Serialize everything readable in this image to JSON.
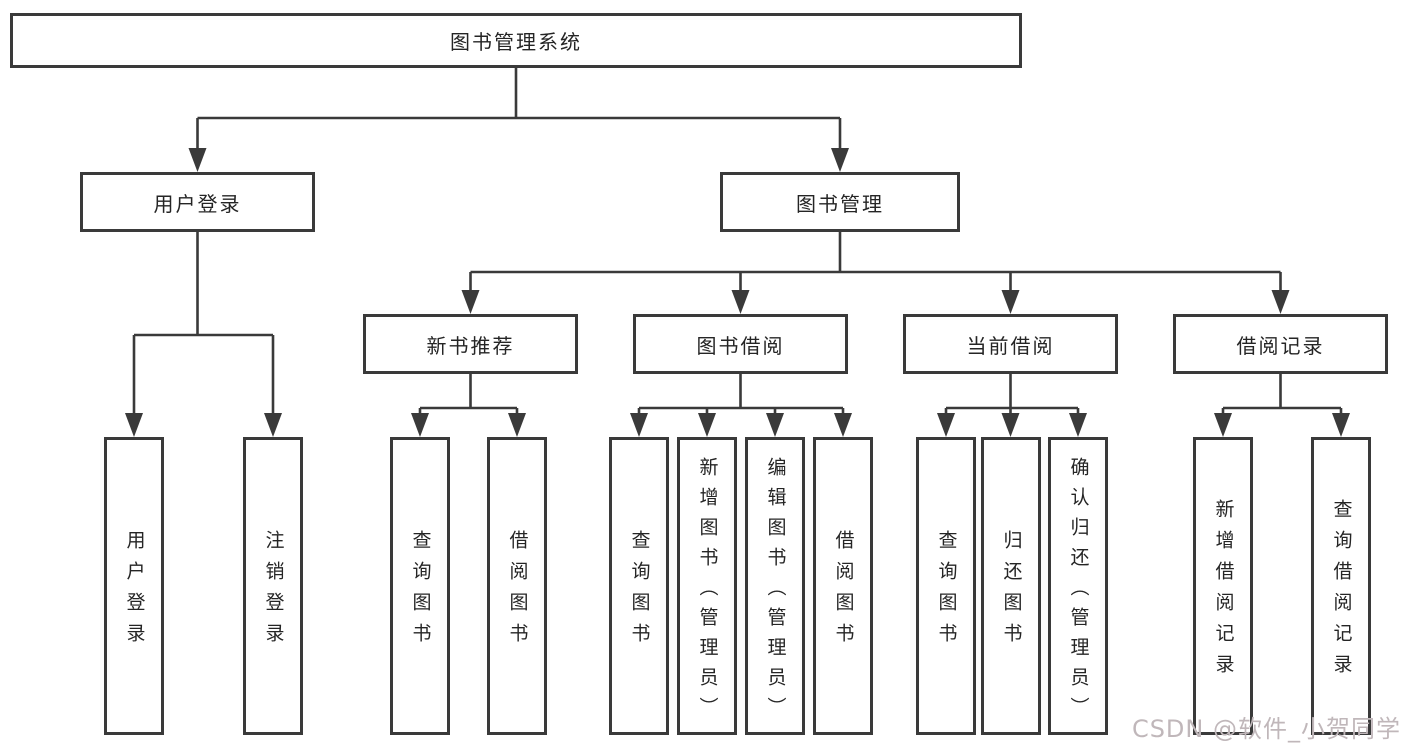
{
  "tree": {
    "label": "图书管理系统",
    "children": [
      {
        "label": "用户登录",
        "children": [
          {
            "label": "用户登录"
          },
          {
            "label": "注销登录"
          }
        ]
      },
      {
        "label": "图书管理",
        "children": [
          {
            "label": "新书推荐",
            "children": [
              {
                "label": "查询图书"
              },
              {
                "label": "借阅图书"
              }
            ]
          },
          {
            "label": "图书借阅",
            "children": [
              {
                "label": "查询图书"
              },
              {
                "label": "新增图书（管理员）"
              },
              {
                "label": "编辑图书（管理员）"
              },
              {
                "label": "借阅图书"
              }
            ]
          },
          {
            "label": "当前借阅",
            "children": [
              {
                "label": "查询图书"
              },
              {
                "label": "归还图书"
              },
              {
                "label": "确认归还（管理员）"
              }
            ]
          },
          {
            "label": "借阅记录",
            "children": [
              {
                "label": "新增借阅记录"
              },
              {
                "label": "查询借阅记录"
              }
            ]
          }
        ]
      }
    ]
  },
  "watermark": {
    "text": "CSDN @软件_小贺同学"
  },
  "colors": {
    "line": "#3a3a3a",
    "text": "#252525",
    "watermark": "#c0b7ba",
    "background": "#ffffff"
  }
}
